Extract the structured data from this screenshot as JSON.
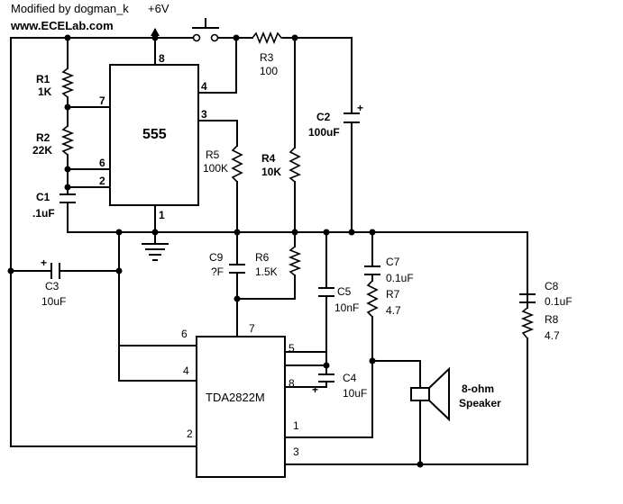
{
  "header": {
    "credit": "Modified by dogman_k",
    "site": "www.ECELab.com",
    "supply": "+6V"
  },
  "ic555": {
    "name": "555",
    "pins": [
      "8",
      "4",
      "7",
      "3",
      "6",
      "2",
      "1"
    ]
  },
  "tda": {
    "name": "TDA2822M",
    "pins": [
      "7",
      "6",
      "5",
      "4",
      "8",
      "1",
      "2",
      "3"
    ]
  },
  "components": {
    "r1": {
      "ref": "R1",
      "value": "1K"
    },
    "r2": {
      "ref": "R2",
      "value": "22K"
    },
    "c1": {
      "ref": "C1",
      "value": ".1uF"
    },
    "r3": {
      "ref": "R3",
      "value": "100"
    },
    "c2": {
      "ref": "C2",
      "value": "100uF",
      "polarity": "+"
    },
    "r5": {
      "ref": "R5",
      "value": "100K"
    },
    "r4": {
      "ref": "R4",
      "value": "10K"
    },
    "c9": {
      "ref": "C9",
      "value": "?F"
    },
    "r6": {
      "ref": "R6",
      "value": "1.5K"
    },
    "c3": {
      "ref": "C3",
      "value": "10uF",
      "polarity": "+"
    },
    "c5": {
      "ref": "C5",
      "value": "10nF"
    },
    "c7": {
      "ref": "C7",
      "value": "0.1uF"
    },
    "r7": {
      "ref": "R7",
      "value": "4.7"
    },
    "c8": {
      "ref": "C8",
      "value": "0.1uF"
    },
    "r8": {
      "ref": "R8",
      "value": "4.7"
    },
    "c4": {
      "ref": "C4",
      "value": "10uF",
      "polarity": "+"
    },
    "speaker": {
      "line1": "8-ohm",
      "line2": "Speaker"
    }
  }
}
